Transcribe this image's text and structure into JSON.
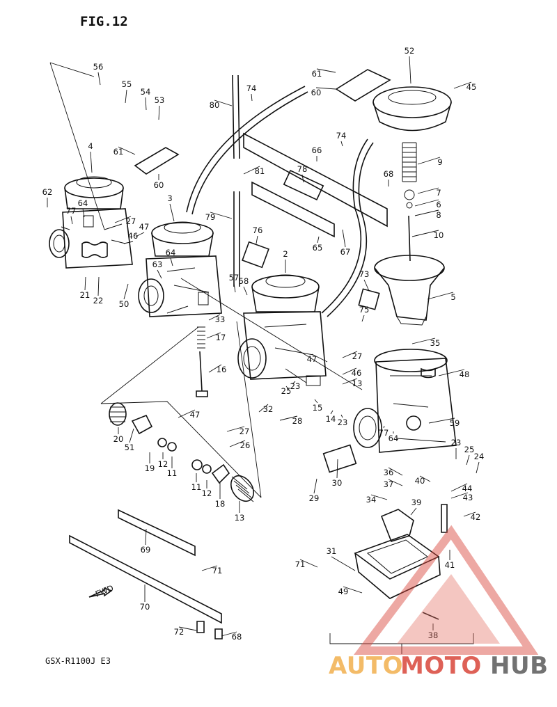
{
  "figure": {
    "title": "FIG.12",
    "model": "GSX-R1100J  E3",
    "fwd_label": "FWD"
  },
  "watermark": {
    "auto": "AUTO",
    "moto": "MOTO",
    "hub": "HUB",
    "color_auto": "#f2b04e",
    "color_moto": "#d9463a",
    "color_hub": "#5a5a5a"
  },
  "part_numbers": [
    "56",
    "55",
    "54",
    "53",
    "4",
    "61",
    "60",
    "62",
    "77",
    "64",
    "27",
    "47",
    "46",
    "3",
    "64",
    "63",
    "21",
    "22",
    "50",
    "80",
    "74",
    "81",
    "79",
    "76",
    "57",
    "58",
    "2",
    "33",
    "17",
    "16",
    "61",
    "60",
    "52",
    "45",
    "66",
    "78",
    "74",
    "65",
    "67",
    "68",
    "9",
    "7",
    "6",
    "8",
    "10",
    "73",
    "75",
    "5",
    "35",
    "48",
    "47",
    "27",
    "46",
    "13",
    "23",
    "25",
    "15",
    "14",
    "23",
    "32",
    "28",
    "77",
    "64",
    "59",
    "23",
    "25",
    "24",
    "36",
    "37",
    "40",
    "44",
    "43",
    "34",
    "39",
    "42",
    "41",
    "30",
    "29",
    "47",
    "20",
    "51",
    "19",
    "12",
    "11",
    "27",
    "26",
    "11",
    "12",
    "18",
    "13",
    "69",
    "71",
    "70",
    "72",
    "68",
    "31",
    "71",
    "49",
    "38"
  ]
}
